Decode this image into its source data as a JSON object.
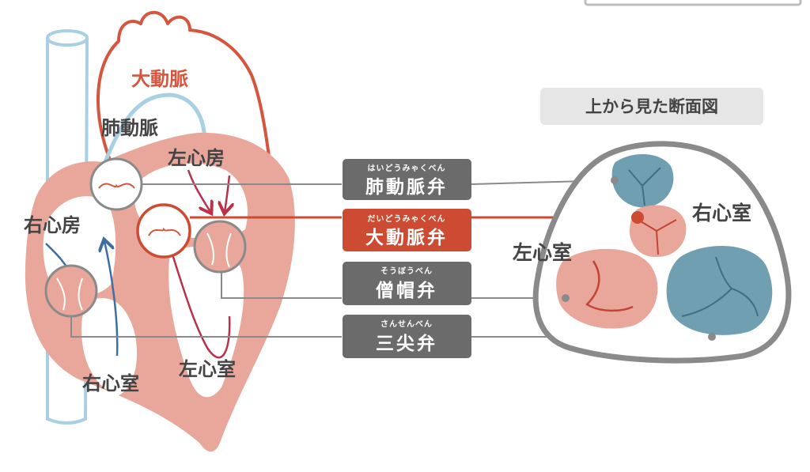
{
  "title": "上から見た断面図",
  "heart_labels": {
    "aorta": "大動脈",
    "pulmonary_artery": "肺動脈",
    "left_atrium": "左心房",
    "right_atrium": "右心房",
    "right_ventricle": "右心室",
    "left_ventricle": "左心室"
  },
  "cross_section_labels": {
    "right_ventricle": "右心室",
    "left_ventricle": "左心室"
  },
  "valves": [
    {
      "ruby": "はいどうみゃくべん",
      "name": "肺動脈弁",
      "color": "#6b6b6b"
    },
    {
      "ruby": "だいどうみゃくべん",
      "name": "大動脈弁",
      "color": "#cc4b32"
    },
    {
      "ruby": "そうぼうべん",
      "name": "僧帽弁",
      "color": "#6b6b6b"
    },
    {
      "ruby": "さんせんべん",
      "name": "三尖弁",
      "color": "#6b6b6b"
    }
  ],
  "colors": {
    "heart_fill": "#e9a79b",
    "heart_outline": "#d5553e",
    "vessel_blue": "#a9cfe3",
    "valve_blue": "#6f9fb0",
    "arrow_blue": "#3d6fa0",
    "arrow_red": "#b8324a",
    "label_gray": "#6b6b6b",
    "accent_red": "#cc4b32"
  }
}
